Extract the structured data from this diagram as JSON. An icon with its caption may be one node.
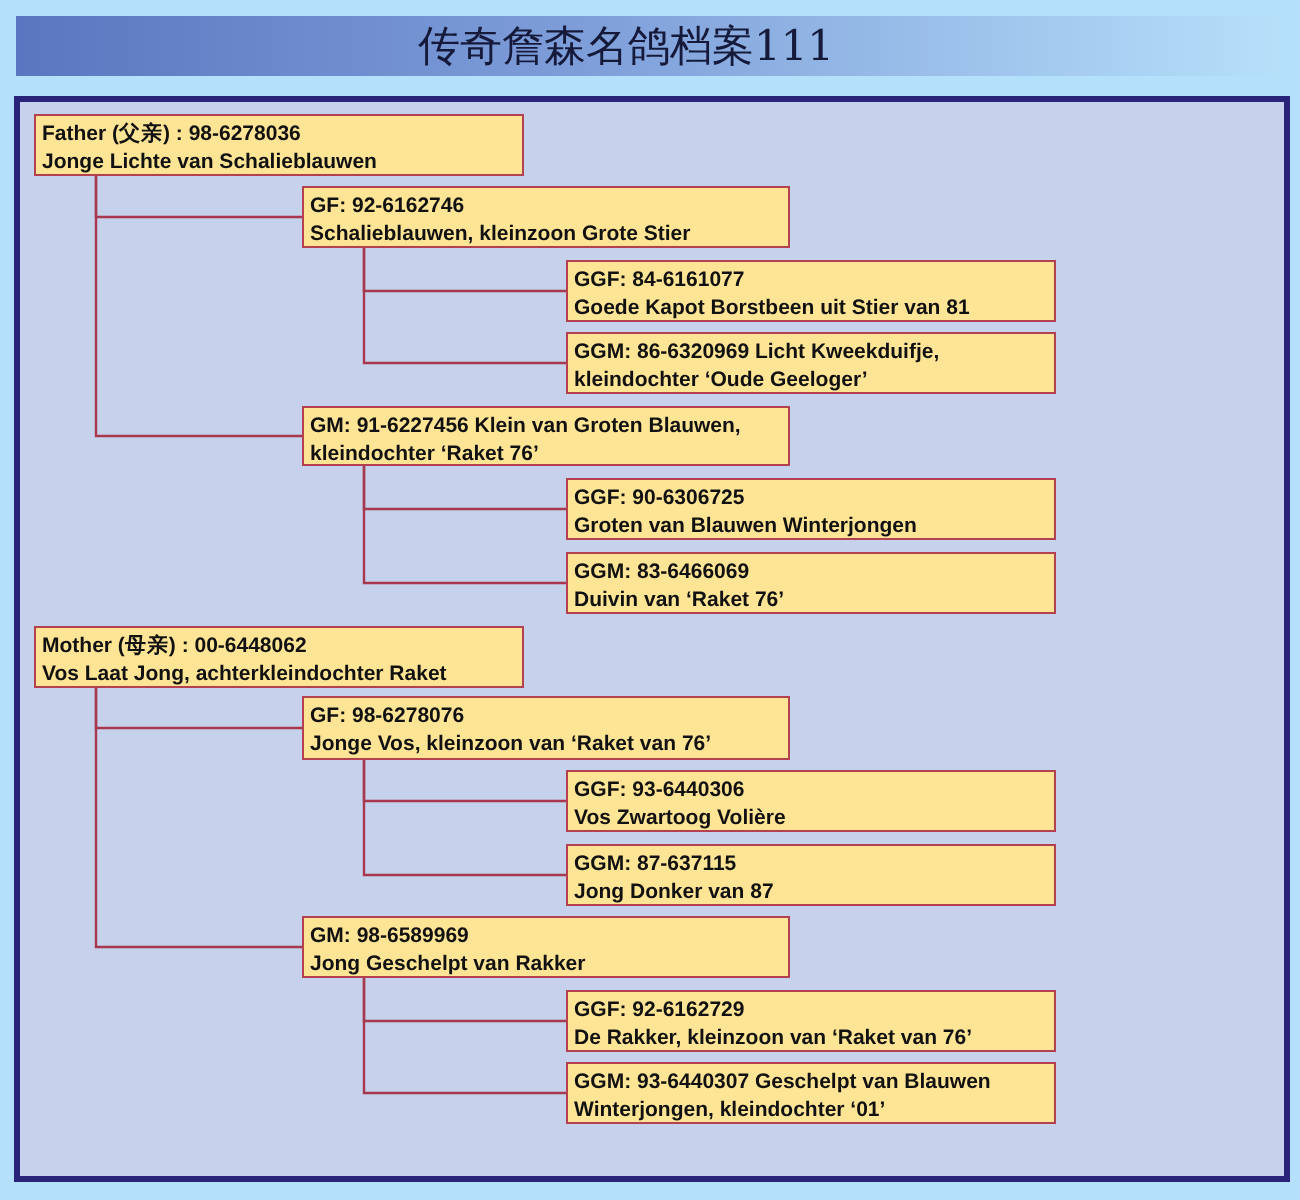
{
  "diagram": {
    "title": "传奇詹森名鸽档案111",
    "nodes": [
      {
        "text": [
          "Father (父亲) : 98-6278036",
          "Jonge Lichte van Schalieblauwen"
        ]
      },
      {
        "text": [
          "GF: 92-6162746",
          "Schalieblauwen, kleinzoon Grote Stier"
        ]
      },
      {
        "text": [
          "GGF: 84-6161077",
          "Goede Kapot Borstbeen uit Stier van 81"
        ]
      },
      {
        "text": [
          "GGM: 86-6320969 Licht Kweekduifje, kleindochter ‘Oude Geeloger’"
        ]
      },
      {
        "text": [
          "GM: 91-6227456 Klein van Groten Blauwen, kleindochter ‘Raket 76’"
        ]
      },
      {
        "text": [
          "GGF: 90-6306725",
          "Groten van Blauwen Winterjongen"
        ]
      },
      {
        "text": [
          "GGM: 83-6466069",
          "Duivin van ‘Raket 76’"
        ]
      },
      {
        "text": [
          "Mother (母亲) : 00-6448062",
          "Vos Laat Jong, achterkleindochter Raket"
        ]
      },
      {
        "text": [
          "GF: 98-6278076",
          "Jonge Vos, kleinzoon van ‘Raket van 76’"
        ]
      },
      {
        "text": [
          "GGF: 93-6440306",
          "Vos Zwartoog Volière"
        ]
      },
      {
        "text": [
          "GGM: 87-637115",
          "Jong Donker van 87"
        ]
      },
      {
        "text": [
          "GM: 98-6589969",
          "Jong Geschelpt van Rakker"
        ]
      },
      {
        "text": [
          "GGF: 92-6162729",
          "De Rakker, kleinzoon van ‘Raket van 76’"
        ]
      },
      {
        "text": [
          "GGM: 93-6440307 Geschelpt van Blauwen Winterjongen, kleindochter ‘01’"
        ]
      }
    ],
    "edges": [
      {
        "from": 0,
        "to": 1,
        "arrow": "none"
      },
      {
        "from": 0,
        "to": 4,
        "arrow": "none"
      },
      {
        "from": 1,
        "to": 2,
        "arrow": "none"
      },
      {
        "from": 1,
        "to": 3,
        "arrow": "none"
      },
      {
        "from": 4,
        "to": 5,
        "arrow": "none"
      },
      {
        "from": 4,
        "to": 6,
        "arrow": "none"
      },
      {
        "from": 7,
        "to": 8,
        "arrow": "none"
      },
      {
        "from": 7,
        "to": 11,
        "arrow": "none"
      },
      {
        "from": 8,
        "to": 9,
        "arrow": "none"
      },
      {
        "from": 8,
        "to": 10,
        "arrow": "none"
      },
      {
        "from": 11,
        "to": 12,
        "arrow": "none"
      },
      {
        "from": 11,
        "to": 13,
        "arrow": "none"
      }
    ]
  }
}
